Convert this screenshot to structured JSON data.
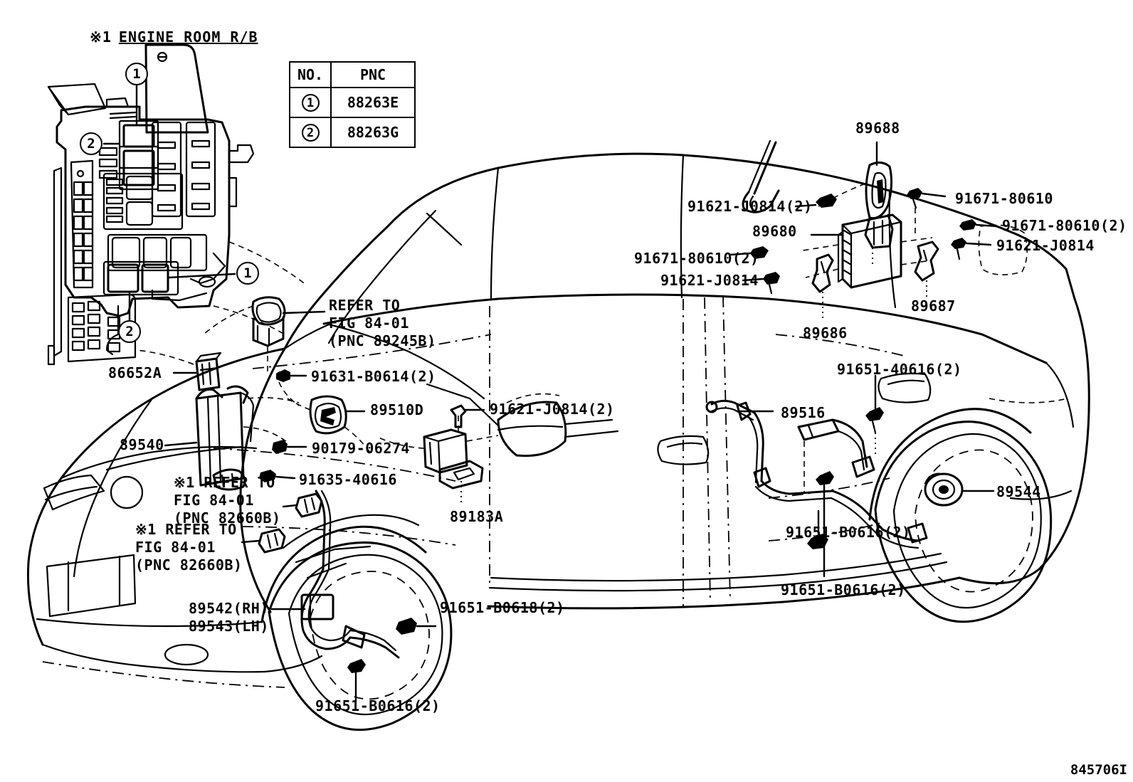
{
  "diagram": {
    "id": "845706I",
    "header": {
      "marker": "※1",
      "title": "ENGINE ROOM R/B"
    }
  },
  "pnc_table": {
    "headers": [
      "NO.",
      "PNC"
    ],
    "rows": [
      {
        "no": "1",
        "pnc": "88263E"
      },
      {
        "no": "2",
        "pnc": "88263G"
      }
    ]
  },
  "fusebox_callouts": [
    {
      "name": "callout-1-top",
      "num": "1"
    },
    {
      "name": "callout-2-top",
      "num": "2"
    },
    {
      "name": "callout-1-right",
      "num": "1"
    },
    {
      "name": "callout-2-bottom",
      "num": "2"
    }
  ],
  "labels": {
    "refer_89245b": "REFER TO\nFIG 84-01\n(PNC 89245B)",
    "p_86652a": "86652A",
    "p_91631_b0614": "91631-B0614(2)",
    "p_89510d": "89510D",
    "p_89540": "89540",
    "p_90179_06274": "90179-06274",
    "p_91635_40616": "91635-40616",
    "refer_82660b_1": "※1 REFER TO\nFIG 84-01\n(PNC 82660B)",
    "refer_82660b_2": "※1 REFER TO\nFIG 84-01\n(PNC 82660B)",
    "p_89542_89543": "89542(RH)\n89543(LH)",
    "p_91651_b0618": "91651-B0618(2)",
    "p_91651_b0616_front": "91651-B0616(2)",
    "p_91621_j0814_center": "91621-J0814(2)",
    "p_89183a": "89183A",
    "p_89688": "89688",
    "p_91621_j0814_roof": "91621-J0814(2)",
    "p_91671_80610_a": "91671-80610",
    "p_91671_80610_b": "91671-80610(2)",
    "p_89680": "89680",
    "p_91621_j0814_right": "91621-J0814",
    "p_91671_80610_left": "91671-80610(2)",
    "p_91621_j0814_left": "91621-J0814",
    "p_89686": "89686",
    "p_89687": "89687",
    "p_91651_40616": "91651-40616(2)",
    "p_89516": "89516",
    "p_89544": "89544",
    "p_91651_b0616_mid": "91651-B0616(2)",
    "p_91651_b0616_low": "91651-B0616(2)"
  },
  "colors": {
    "line": "#000000",
    "background": "#ffffff"
  }
}
